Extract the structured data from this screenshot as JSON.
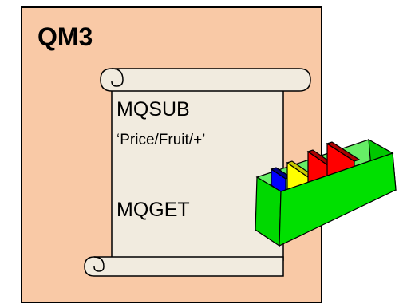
{
  "queue_manager": {
    "name": "QM3"
  },
  "scroll": {
    "command_subscribe": "MQSUB",
    "topic_string": "‘Price/Fruit/+’",
    "command_get": "MQGET"
  },
  "colors": {
    "background": "#f9c9a6",
    "scroll_fill": "#f1ebdf",
    "tray_green": "#00e000",
    "divider_colors": [
      "#0000ff",
      "#ffff00",
      "#ff0000",
      "#ff0000"
    ]
  },
  "icons": [
    "scroll-icon",
    "message-tray-icon"
  ]
}
